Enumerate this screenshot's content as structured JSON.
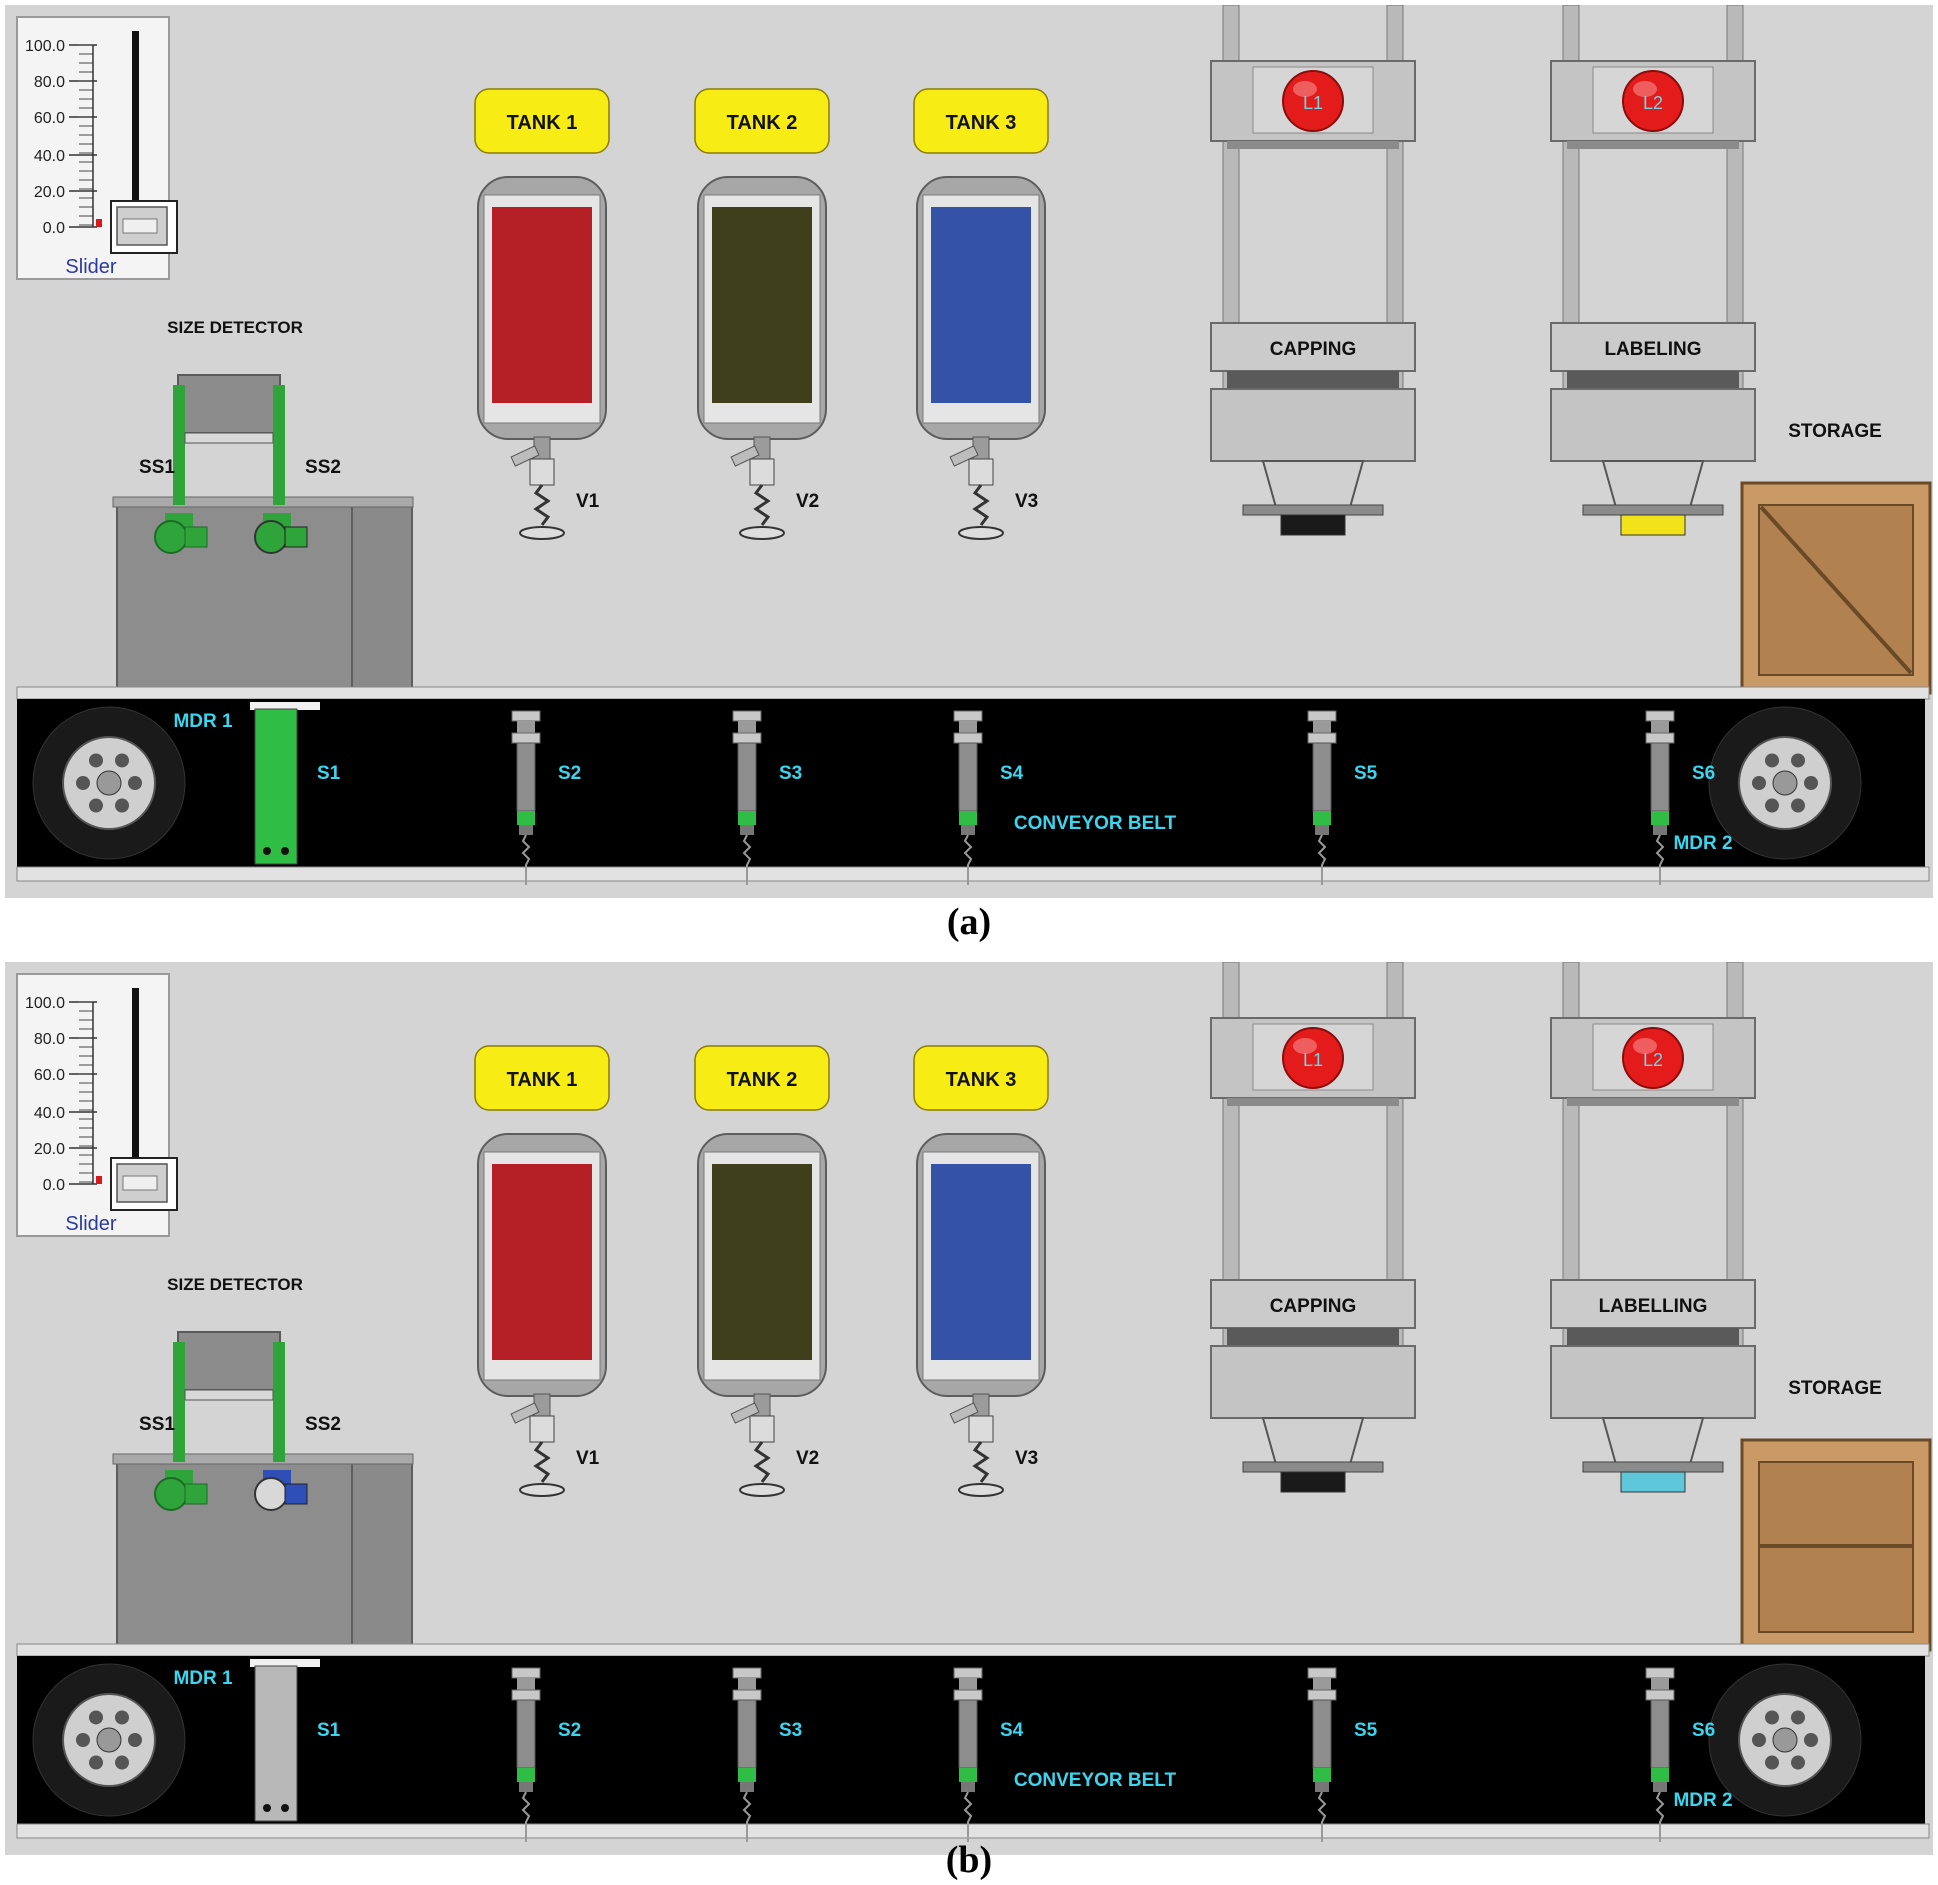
{
  "panels": [
    {
      "id": "a",
      "caption": "(a)",
      "slider": {
        "label": "Slider",
        "ticks": [
          "100.0",
          "80.0",
          "60.0",
          "40.0",
          "20.0",
          "0.0"
        ],
        "value": 0
      },
      "size_detector": {
        "title": "SIZE DETECTOR",
        "sensor1_label": "SS1",
        "sensor2_label": "SS2",
        "sensor2_state": "green"
      },
      "tanks": [
        {
          "label": "TANK 1",
          "valve": "V1",
          "color": "#b52027"
        },
        {
          "label": "TANK 2",
          "valve": "V2",
          "color": "#3f3f1b"
        },
        {
          "label": "TANK 3",
          "valve": "V3",
          "color": "#3452a6"
        }
      ],
      "stations": [
        {
          "label": "CAPPING",
          "lamp": "L1",
          "product_color": "#1a1a1a"
        },
        {
          "label": "LABELING",
          "lamp": "L2",
          "product_color": "#f2e21a"
        }
      ],
      "storage": {
        "label": "STORAGE",
        "box_style": "crossed"
      },
      "conveyor": {
        "label": "CONVEYOR BELT",
        "motor_left": "MDR 1",
        "motor_right": "MDR 2",
        "s1_label": "S1",
        "s1_active": true,
        "sensors": [
          "S2",
          "S3",
          "S4",
          "S5",
          "S6"
        ]
      },
      "colors": {
        "background": "#d4d4d4",
        "belt": "#000000",
        "label_cyan": "#3ad6f0",
        "button_yellow": "#f7ec13",
        "lamp_red": "#e41b1b"
      }
    },
    {
      "id": "b",
      "caption": "(b)",
      "slider": {
        "label": "Slider",
        "ticks": [
          "100.0",
          "80.0",
          "60.0",
          "40.0",
          "20.0",
          "0.0"
        ],
        "value": 0
      },
      "size_detector": {
        "title": "SIZE DETECTOR",
        "sensor1_label": "SS1",
        "sensor2_label": "SS2",
        "sensor2_state": "blue"
      },
      "tanks": [
        {
          "label": "TANK 1",
          "valve": "V1",
          "color": "#b52027"
        },
        {
          "label": "TANK 2",
          "valve": "V2",
          "color": "#3f3f1b"
        },
        {
          "label": "TANK 3",
          "valve": "V3",
          "color": "#3452a6"
        }
      ],
      "stations": [
        {
          "label": "CAPPING",
          "lamp": "L1",
          "product_color": "#1a1a1a"
        },
        {
          "label": "LABELLING",
          "lamp": "L2",
          "product_color": "#5fc7da"
        }
      ],
      "storage": {
        "label": "STORAGE",
        "box_style": "plain"
      },
      "conveyor": {
        "label": "CONVEYOR BELT",
        "motor_left": "MDR 1",
        "motor_right": "MDR 2",
        "s1_label": "S1",
        "s1_active": false,
        "sensors": [
          "S2",
          "S3",
          "S4",
          "S5",
          "S6"
        ]
      },
      "colors": {
        "background": "#d4d4d4",
        "belt": "#000000",
        "label_cyan": "#3ad6f0",
        "button_yellow": "#f7ec13",
        "lamp_red": "#e41b1b"
      }
    }
  ]
}
